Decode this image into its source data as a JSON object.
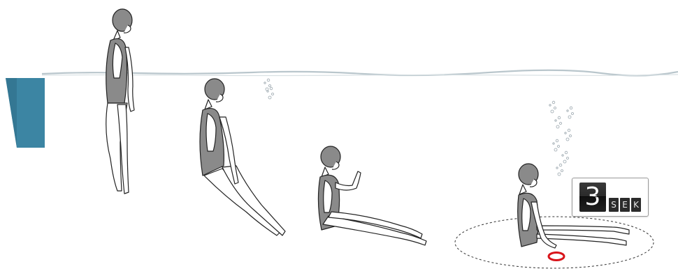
{
  "timer": {
    "digit": "3",
    "unit_letters": [
      "S",
      "E",
      "K"
    ]
  },
  "icons": {
    "pool_wall": "pool-wall-icon",
    "water_surface": "water-surface-icon",
    "swimmer": "swimmer-figure-icon",
    "dive_ring": "dive-ring-icon",
    "bubbles": "air-bubbles-icon",
    "search_area": "search-area-circle-icon"
  },
  "colors": {
    "pool_wall": "#3c85a3",
    "swimmer_suit": "#8a8a8a",
    "ring": "#d8141a",
    "timer_bg": "#2b2b2b"
  }
}
